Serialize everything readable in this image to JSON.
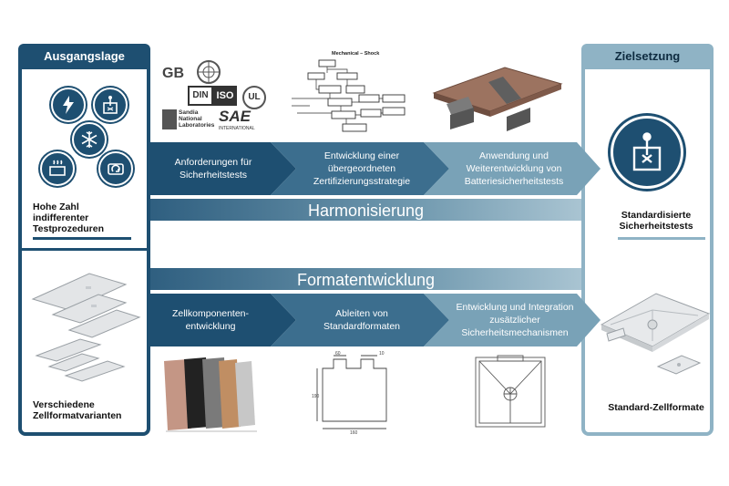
{
  "left": {
    "title": "Ausgangslage",
    "label_top": "Hohe Zahl indifferenter Testprozeduren",
    "label_bottom": "Verschiedene Zellformatvarianten"
  },
  "right": {
    "title": "Zielsetzung",
    "label_top": "Standardisierte Sicherheitstests",
    "label_bottom": "Standard-Zellformate"
  },
  "top_row": {
    "steps": [
      "Anforderungen für Sicherheitstests",
      "Entwicklung einer übergeordneten Zertifizierungsstrategie",
      "Anwendung und Weiterentwicklung von Batteriesicherheitstests"
    ],
    "band": "Harmonisierung"
  },
  "bottom_row": {
    "steps": [
      "Zellkomponenten-entwicklung",
      "Ableiten von Standardformaten",
      "Entwicklung und Integration zusätzlicher Sicherheitsmechanismen"
    ],
    "band": "Formatentwicklung"
  },
  "logos": {
    "gb": "GB",
    "din": "DIN",
    "iso": "ISO",
    "ul": "UL",
    "sandia": "Sandia National Laboratories",
    "sae": "SAE",
    "sae_sub": "INTERNATIONAL"
  },
  "flowchart_title": "Mechanical – Shock",
  "dimensions": {
    "top_a": "60",
    "top_b": "10",
    "side": "190",
    "bottom": "160"
  },
  "colors": {
    "dark": "#1e4f71",
    "mid": "#4f7f9c",
    "light": "#8fb3c5",
    "lightest": "#b5cdd9"
  }
}
